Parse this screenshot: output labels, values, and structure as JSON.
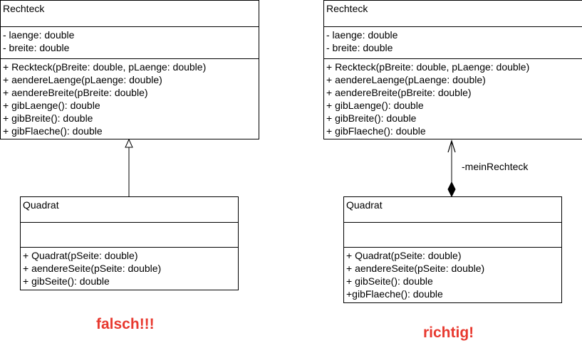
{
  "left": {
    "rechteck": {
      "name": "Rechteck",
      "attributes": [
        "- laenge: double",
        "- breite: double"
      ],
      "operations": [
        "+ Reckteck(pBreite: double, pLaenge: double)",
        "+ aendereLaenge(pLaenge: double)",
        "+ aendereBreite(pBreite: double)",
        "+ gibLaenge(): double",
        "+ gibBreite(): double",
        "+ gibFlaeche(): double"
      ]
    },
    "quadrat": {
      "name": "Quadrat",
      "attributes": [],
      "operations": [
        "+ Quadrat(pSeite: double)",
        "+ aendereSeite(pSeite: double)",
        "+ gibSeite(): double"
      ]
    },
    "relation": "generalization",
    "verdict": "falsch!!!",
    "verdict_color": "#e8392f"
  },
  "right": {
    "rechteck": {
      "name": "Rechteck",
      "attributes": [
        "- laenge: double",
        "- breite: double"
      ],
      "operations": [
        "+ Reckteck(pBreite: double, pLaenge: double)",
        "+ aendereLaenge(pLaenge: double)",
        "+ aendereBreite(pBreite: double)",
        "+ gibLaenge(): double",
        "+ gibBreite(): double",
        "+ gibFlaeche(): double"
      ]
    },
    "quadrat": {
      "name": "Quadrat",
      "attributes": [],
      "operations": [
        "+ Quadrat(pSeite: double)",
        "+ aendereSeite(pSeite: double)",
        "+ gibSeite(): double",
        "+gibFlaeche(): double"
      ]
    },
    "relation": "composition",
    "role": "-meinRechteck",
    "verdict": "richtig!",
    "verdict_color": "#e8392f"
  }
}
